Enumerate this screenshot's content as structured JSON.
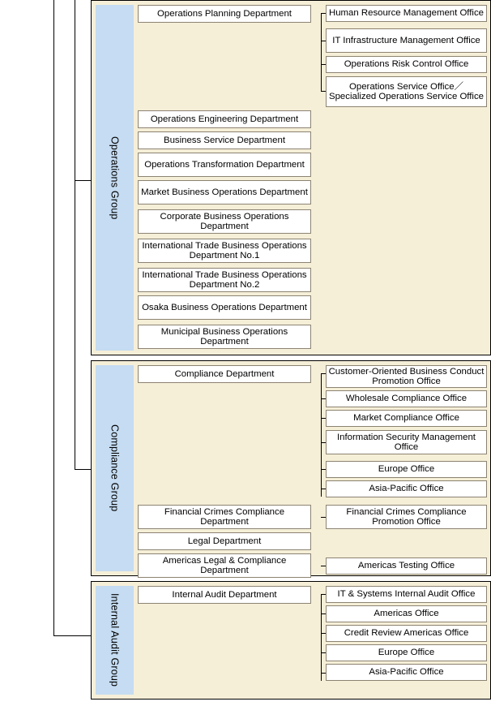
{
  "chart_data": {
    "type": "diagram",
    "title": "Organizational Structure Chart (Groups, Departments and Offices)",
    "diagram_kind": "organization-chart",
    "colors": {
      "group_band": "#c5dcf2",
      "group_panel": "#f6efd8",
      "box_fill": "#ffffff",
      "box_border": "#8c8372",
      "line": "#000000"
    },
    "groups": [
      {
        "id": "operations-group",
        "label": "Operations Group",
        "departments": [
          {
            "label": "Operations Planning Department",
            "offices": [
              "Human Resource Management Office",
              "IT Infrastructure\nManagement Office",
              "Operations Risk Control Office",
              "Operations Service Office／\nSpecialized Operations Service\nOffice"
            ]
          },
          {
            "label": "Operations Engineering Department",
            "offices": []
          },
          {
            "label": "Business Service Department",
            "offices": []
          },
          {
            "label": "Operations Transformation\nDepartment",
            "offices": []
          },
          {
            "label": "Market Business Operations\nDepartment",
            "offices": []
          },
          {
            "label": "Corporate Business\nOperations Department",
            "offices": []
          },
          {
            "label": "International Trade Business\nOperations Department No.1",
            "offices": []
          },
          {
            "label": "International Trade Business\nOperations Department No.2",
            "offices": []
          },
          {
            "label": "Osaka Business\nOperations Department",
            "offices": []
          },
          {
            "label": "Municipal Business\nOperations Department",
            "offices": []
          }
        ]
      },
      {
        "id": "compliance-group",
        "label": "Compliance Group",
        "departments": [
          {
            "label": "Compliance Department",
            "offices": [
              "Customer-Oriented Business\nConduct Promotion Office",
              "Wholesale Compliance Office",
              "Market Compliance Office",
              "Information Security\nManagement Office",
              "Europe Office",
              "Asia-Pacific Office"
            ]
          },
          {
            "label": "Financial Crimes\nCompliance Department",
            "offices": [
              "Financial Crimes Compliance\nPromotion Office"
            ]
          },
          {
            "label": "Legal Department",
            "offices": []
          },
          {
            "label": "Americas Legal & Compliance\nDepartment",
            "offices": [
              "Americas Testing Office"
            ]
          }
        ]
      },
      {
        "id": "internal-audit-group",
        "label": "Internal Audit Group",
        "departments": [
          {
            "label": "Internal Audit Department",
            "offices": [
              "IT & Systems Internal Audit Office",
              "Americas Office",
              "Credit Review Americas Office",
              "Europe Office",
              "Asia-Pacific Office"
            ]
          }
        ]
      }
    ]
  },
  "operations": {
    "group_label": "Operations Group",
    "departments": {
      "d0": "Operations Planning Department",
      "d1": "Operations Engineering Department",
      "d2": "Business Service Department",
      "d3": "Operations Transformation Department",
      "d4": "Market Business Operations Department",
      "d5": "Corporate Business Operations Department",
      "d6": "International Trade Business Operations Department No.1",
      "d7": "International Trade Business Operations Department No.2",
      "d8": "Osaka Business Operations Department",
      "d9": "Municipal Business Operations Department"
    },
    "offices": {
      "o0": "Human Resource Management Office",
      "o1": "IT Infrastructure Management Office",
      "o2": "Operations Risk Control Office",
      "o3": "Operations Service Office／Specialized Operations Service Office"
    }
  },
  "compliance": {
    "group_label": "Compliance Group",
    "departments": {
      "d0": "Compliance Department",
      "d1": "Financial Crimes Compliance Department",
      "d2": "Legal Department",
      "d3": "Americas Legal & Compliance Department"
    },
    "offices": {
      "o0": "Customer-Oriented Business Conduct Promotion Office",
      "o1": "Wholesale Compliance Office",
      "o2": "Market Compliance Office",
      "o3": "Information Security Management Office",
      "o4": "Europe Office",
      "o5": "Asia-Pacific Office",
      "o6": "Financial Crimes Compliance Promotion Office",
      "o7": "Americas Testing Office"
    }
  },
  "internal_audit": {
    "group_label": "Internal Audit Group",
    "departments": {
      "d0": "Internal Audit Department"
    },
    "offices": {
      "o0": "IT & Systems Internal Audit Office",
      "o1": "Americas Office",
      "o2": "Credit Review Americas Office",
      "o3": "Europe Office",
      "o4": "Asia-Pacific Office"
    }
  }
}
